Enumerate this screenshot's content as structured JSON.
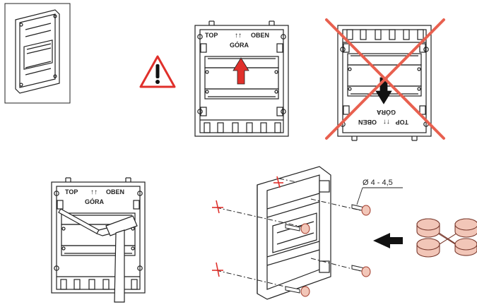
{
  "labels": {
    "top": "TOP",
    "oben": "OBEN",
    "gora": "GÓRA",
    "arrows_glyph": "↑↑"
  },
  "dimension": {
    "diameter": "Ø 4 - 4,5"
  },
  "colors": {
    "line": "#222222",
    "warning_red": "#e0302b",
    "cross_red": "#e8604f",
    "cap_fill": "#f2c6b8",
    "cap_stroke": "#a23a2a"
  },
  "icons": {
    "warning": "warning-triangle-icon",
    "wrong": "red-x-icon",
    "arrow_up": "red-up-arrow-icon",
    "arrow_down": "black-down-arrow-icon",
    "arrow_left": "black-left-arrow-icon"
  }
}
